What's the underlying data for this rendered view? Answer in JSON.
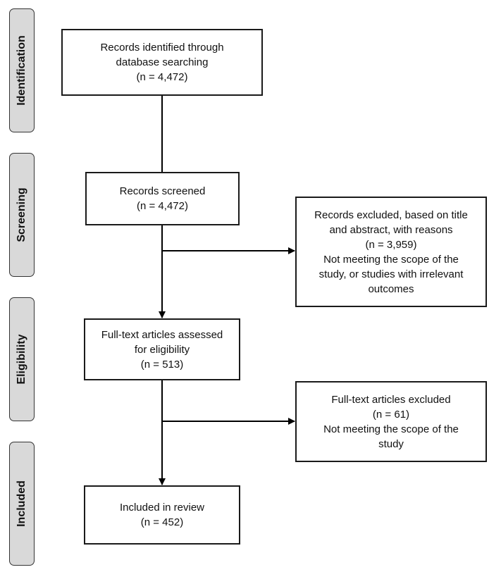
{
  "stages": [
    {
      "id": "identification",
      "label": "Identification"
    },
    {
      "id": "screening",
      "label": "Screening"
    },
    {
      "id": "eligibility",
      "label": "Eligibility"
    },
    {
      "id": "included",
      "label": "Included"
    }
  ],
  "nodes": {
    "records_identified": {
      "lines": [
        "Records identified through",
        "database searching",
        "(n = 4,472)"
      ]
    },
    "records_screened": {
      "lines": [
        "Records screened",
        "(n = 4,472)"
      ]
    },
    "records_excluded": {
      "lines": [
        "Records excluded, based on title",
        "and abstract, with reasons",
        "(n = 3,959)",
        "Not meeting the scope of the",
        "study, or studies with irrelevant",
        "outcomes"
      ]
    },
    "full_text_assessed": {
      "lines": [
        "Full-text articles assessed",
        "for eligibility",
        "(n = 513)"
      ]
    },
    "full_text_excluded": {
      "lines": [
        "Full-text articles excluded",
        "(n = 61)",
        "Not meeting the scope of the",
        "study"
      ]
    },
    "included_in_review": {
      "lines": [
        "Included in review",
        "(n = 452)"
      ]
    }
  },
  "colors": {
    "stage_fill": "#d9d9d9",
    "stage_border": "#333333",
    "box_border": "#1a1a1a",
    "line": "#000000"
  }
}
